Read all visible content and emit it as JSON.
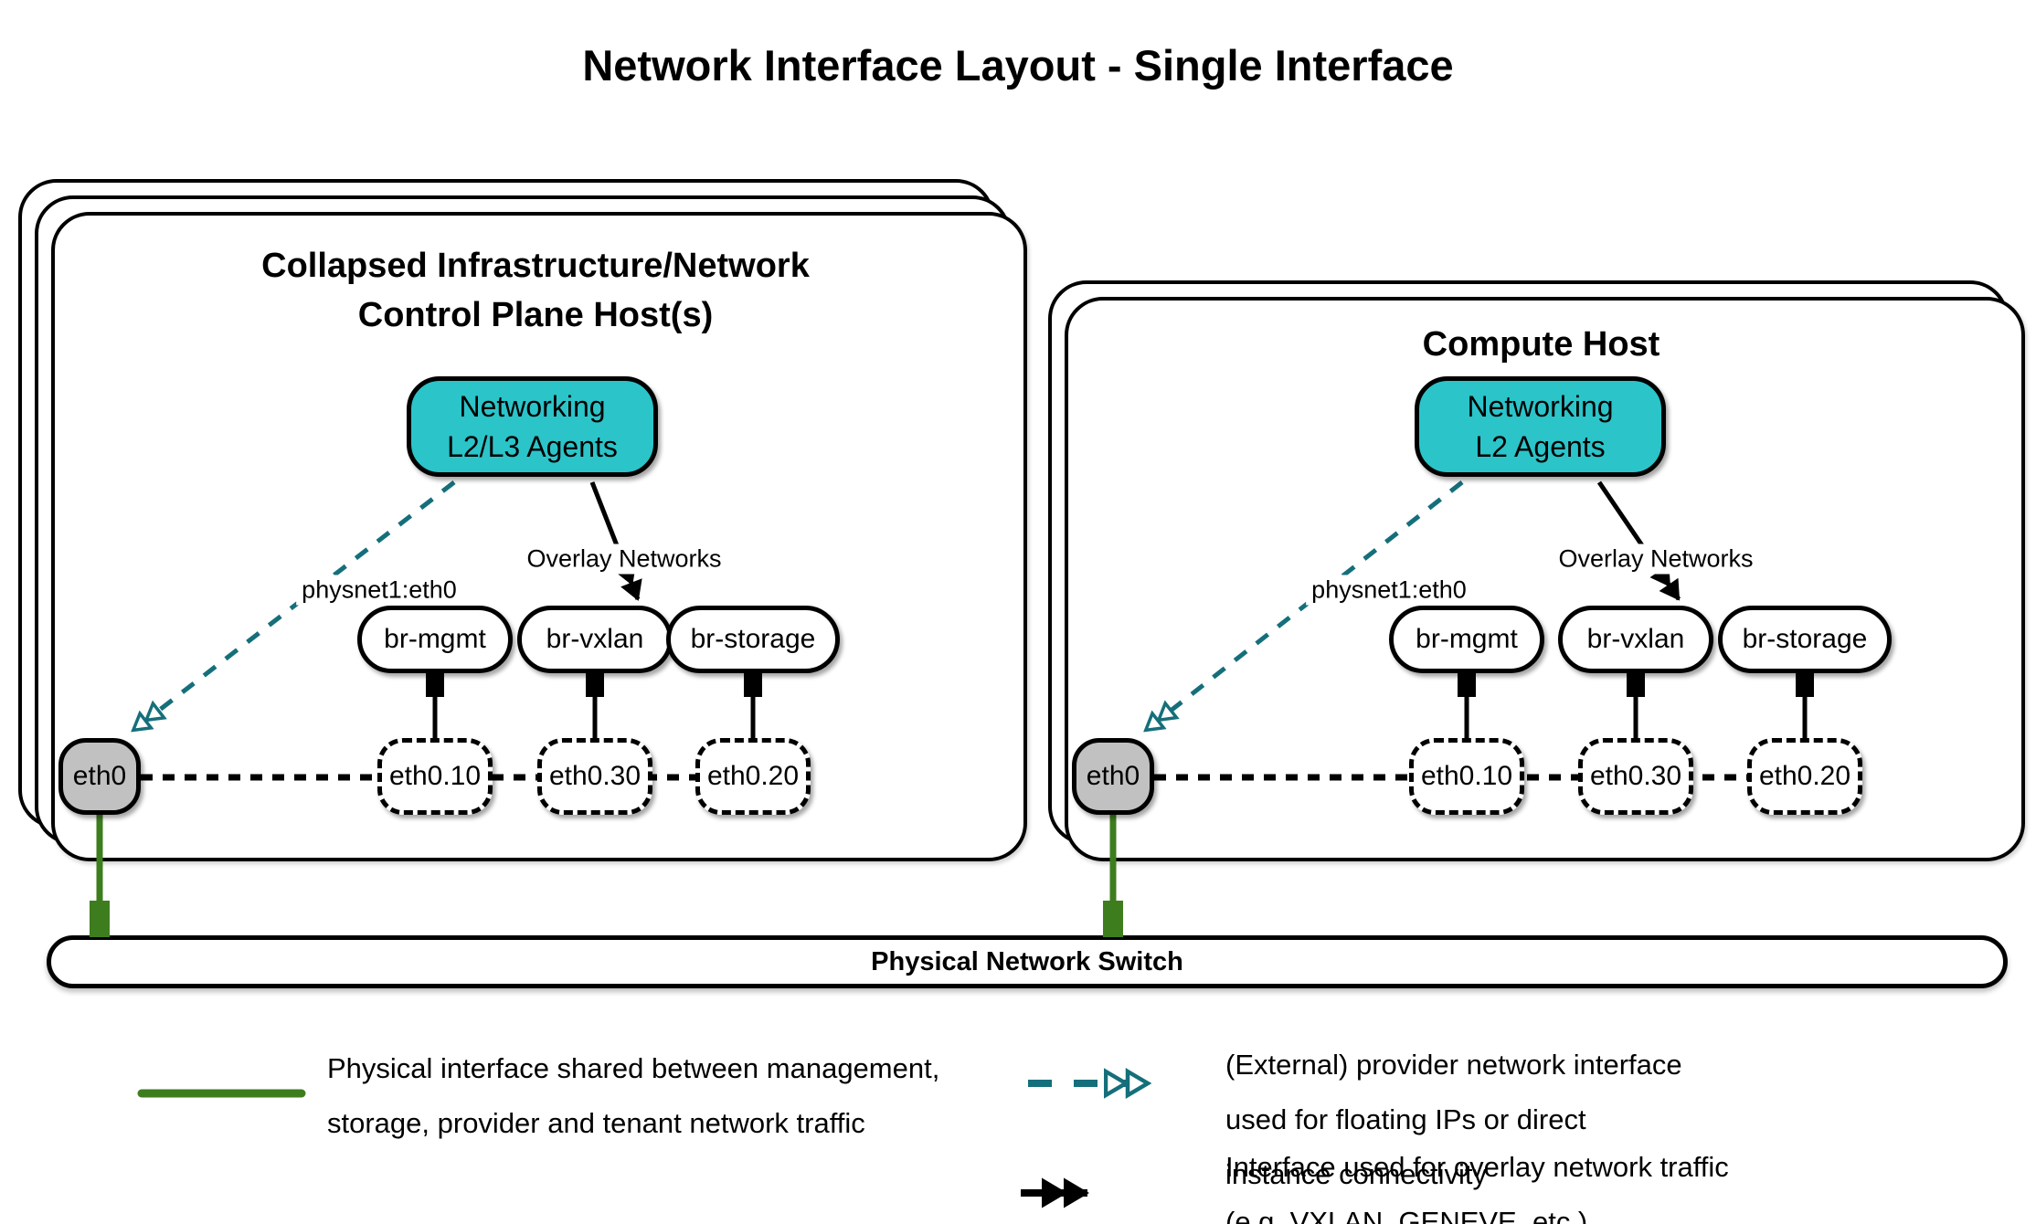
{
  "title": "Network Interface Layout - Single Interface",
  "hosts": [
    {
      "name_line1": "Collapsed Infrastructure/Network",
      "name_line2": "Control Plane Host(s)",
      "agent_line1": "Networking",
      "agent_line2": "L2/L3 Agents",
      "provider_arrow_label": "physnet1:eth0",
      "overlay_arrow_label": "Overlay Networks",
      "bridges": [
        "br-mgmt",
        "br-vxlan",
        "br-storage"
      ],
      "physical_interface": "eth0",
      "vlan_interfaces": [
        "eth0.10",
        "eth0.30",
        "eth0.20"
      ]
    },
    {
      "name_line1": "Compute Host",
      "agent_line1": "Networking",
      "agent_line2": "L2 Agents",
      "provider_arrow_label": "physnet1:eth0",
      "overlay_arrow_label": "Overlay Networks",
      "bridges": [
        "br-mgmt",
        "br-vxlan",
        "br-storage"
      ],
      "physical_interface": "eth0",
      "vlan_interfaces": [
        "eth0.10",
        "eth0.30",
        "eth0.20"
      ]
    }
  ],
  "switch": {
    "label": "Physical Network Switch"
  },
  "legend": {
    "physical": {
      "line1": "Physical interface shared between management,",
      "line2": "storage, provider and tenant network traffic"
    },
    "provider": {
      "line1": "(External) provider network interface",
      "line2": "used for floating IPs or direct",
      "line3": "instance connectivity"
    },
    "overlay": {
      "line1": "Interface used for overlay network traffic",
      "line2": "(e.g. VXLAN, GENEVE, etc.)"
    }
  },
  "colors": {
    "teal_fill": "#2bc4c9",
    "teal_stroke": "#156f7b",
    "green": "#3e7d1e",
    "gray_fill": "#c1c1c1"
  }
}
